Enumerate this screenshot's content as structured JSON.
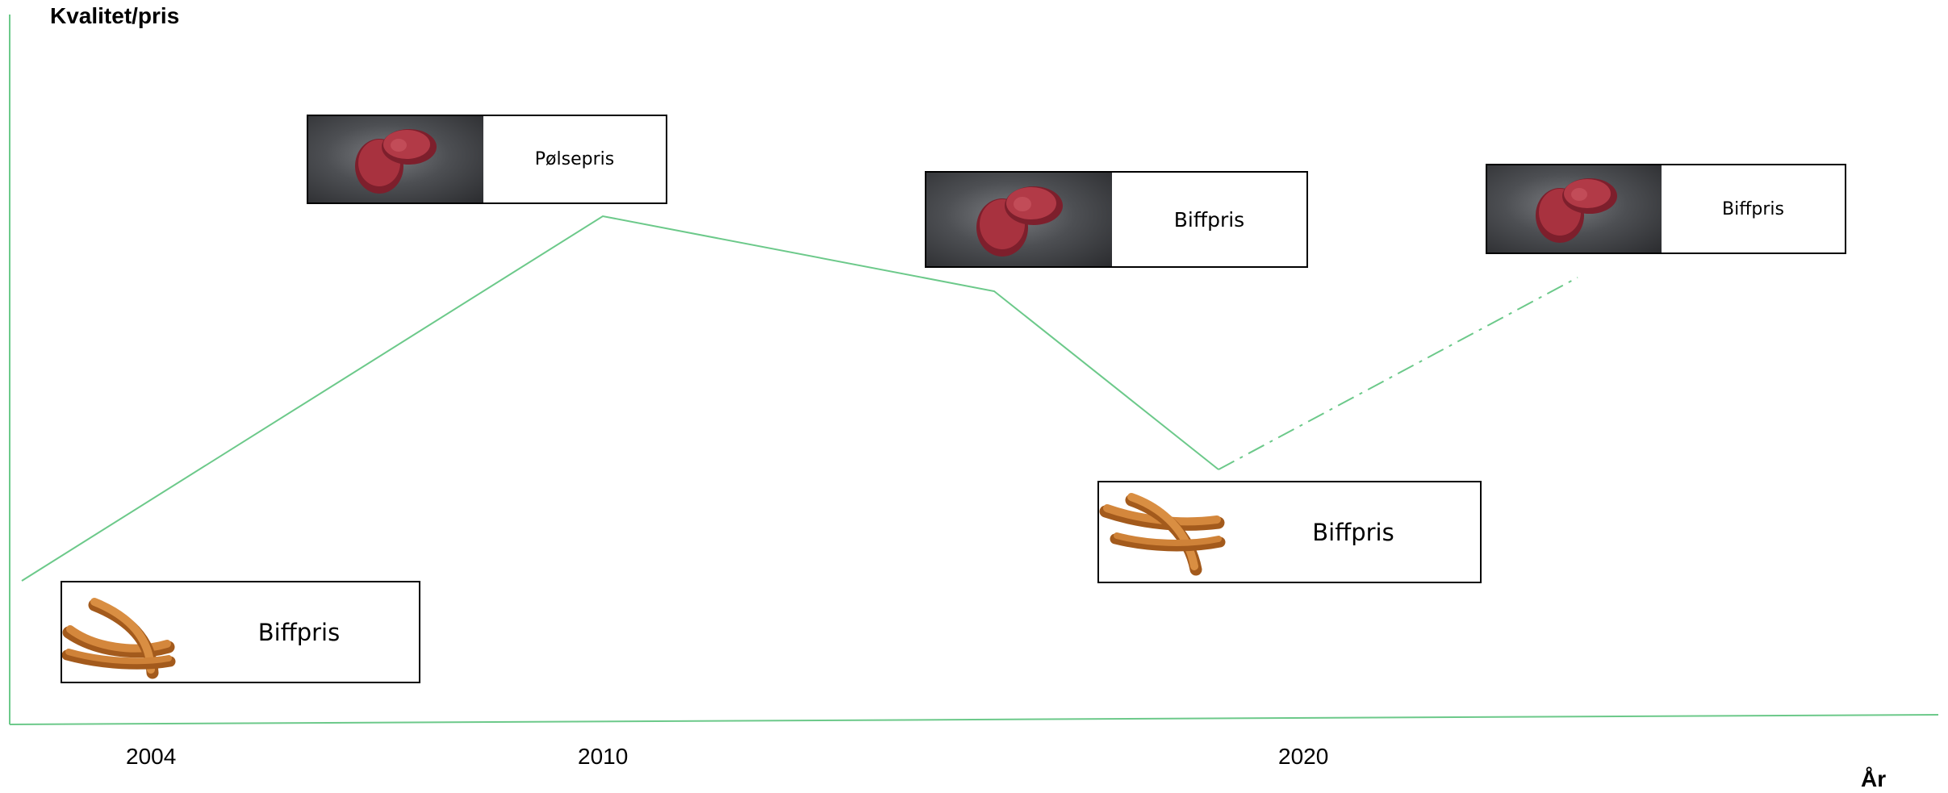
{
  "axes": {
    "y_title": "Kvalitet/pris",
    "x_title": "År",
    "years": [
      "2004",
      "2010",
      "2020"
    ]
  },
  "colors": {
    "line": "#6cc98a",
    "card_border": "#000000"
  },
  "cards": [
    {
      "id": "card-2004",
      "image": "sausages-image",
      "label": "Biffpris"
    },
    {
      "id": "card-2010",
      "image": "beef-image",
      "label": "Pølsepris"
    },
    {
      "id": "card-mid",
      "image": "beef-image",
      "label": "Biffpris"
    },
    {
      "id": "card-low",
      "image": "sausages-image",
      "label": "Biffpris"
    },
    {
      "id": "card-future",
      "image": "beef-image",
      "label": "Biffpris"
    }
  ]
}
